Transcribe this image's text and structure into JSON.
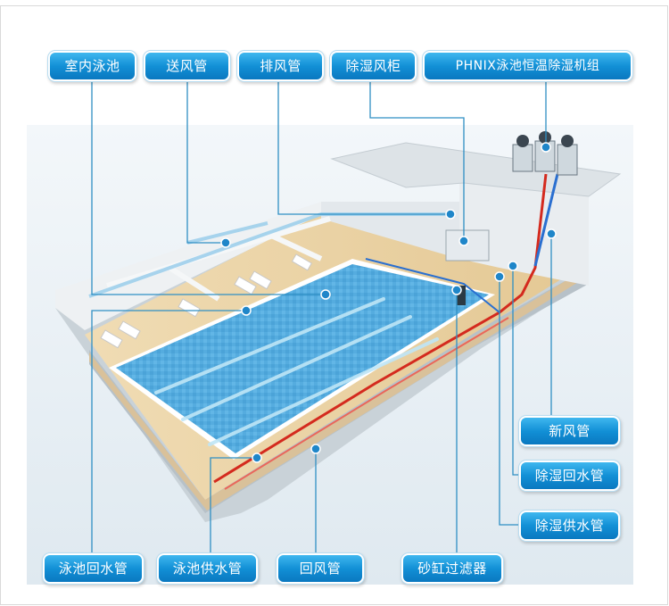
{
  "labels": {
    "indoor_pool": "室内泳池",
    "supply_duct": "送风管",
    "exhaust_duct": "排风管",
    "dehumid_cabinet": "除湿风柜",
    "phnix_unit": "PHNIX泳池恒温除湿机组",
    "fresh_air_duct": "新风管",
    "dehumid_return_pipe": "除湿回水管",
    "dehumid_supply_pipe": "除湿供水管",
    "pool_return_pipe": "泳池回水管",
    "pool_supply_pipe": "泳池供水管",
    "return_air_duct": "回风管",
    "sand_filter": "砂缸过滤器"
  },
  "colors": {
    "tag_blue": "#1290d6",
    "leader_line": "#2f8fc4",
    "pool_water": "#4aa3dc",
    "pipe_red": "#d42a1e",
    "deck_tan": "#e8d2a6"
  }
}
